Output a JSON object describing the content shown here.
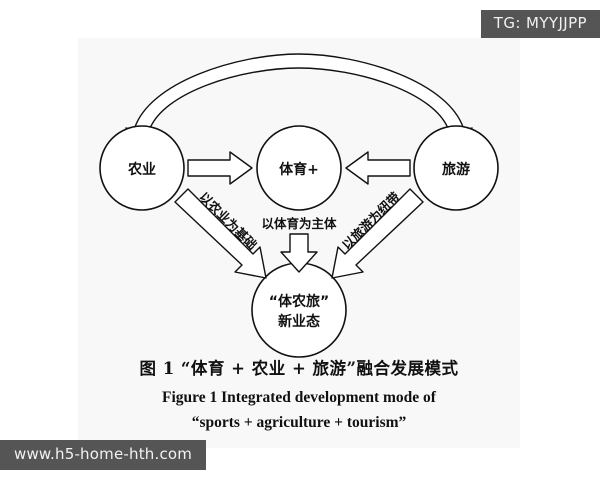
{
  "overlays": {
    "tg_badge": "TG: MYYJJPP",
    "watermark": "www.h5-home-hth.com",
    "badge_bg": "#555555",
    "badge_fg": "#f0f0f0"
  },
  "figure": {
    "panel_bg": "#f8f8f8",
    "stroke_color": "#111111",
    "nodes": {
      "agriculture": "农业",
      "sports": "体育+",
      "tourism": "旅游",
      "new_format_line1": "“体农旅”",
      "new_format_line2": "新业态"
    },
    "edge_labels": {
      "left_diagonal": "以农业为基础",
      "center_vertical": "以体育为主体",
      "right_diagonal": "以旅游为纽带"
    },
    "caption_cn": "图 1    “体育 + 农业 + 旅游”融合发展模式",
    "caption_en_line1": "Figure 1    Integrated development mode of",
    "caption_en_line2": "“sports + agriculture + tourism”"
  }
}
